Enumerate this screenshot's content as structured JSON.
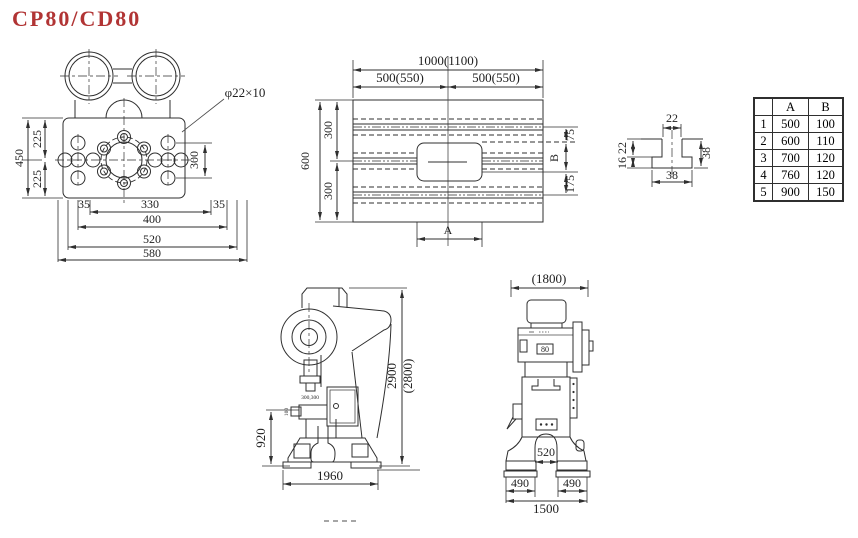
{
  "title": "CP80/CD80",
  "colors": {
    "accent": "#b13434",
    "line": "#2f2f2f"
  },
  "bolster_view": {
    "hole_callout": "φ22×10",
    "dim_height_total": "450",
    "dim_height_upper": "225",
    "dim_height_lower": "225",
    "dim_right_span": "300",
    "dim_edge_left": "35",
    "dim_slot_span": "330",
    "dim_edge_right": "35",
    "dim_400": "400",
    "dim_520": "520",
    "dim_580": "580"
  },
  "bed_view": {
    "dim_total": "1000(1100)",
    "dim_left_half": "500(550)",
    "dim_right_half": "500(550)",
    "dim_depth_total": "600",
    "dim_depth_upper": "300",
    "dim_depth_lower": "300",
    "dim_75": "75",
    "dim_b": "B",
    "dim_175": "175",
    "dim_a": "A"
  },
  "tslot_view": {
    "dim_neck_width": "22",
    "dim_upper_depth": "22",
    "dim_lower_depth": "16",
    "dim_total_depth": "38",
    "dim_flange_width": "38"
  },
  "spec_table": {
    "headers": [
      "",
      "A",
      "B"
    ],
    "rows": [
      [
        "1",
        "500",
        "100"
      ],
      [
        "2",
        "600",
        "110"
      ],
      [
        "3",
        "700",
        "120"
      ],
      [
        "4",
        "760",
        "120"
      ],
      [
        "5",
        "900",
        "150"
      ]
    ]
  },
  "side_view": {
    "dim_height": "2900",
    "dim_height_alt": "(2800)",
    "dim_bed_height": "920",
    "dim_depth": "1960",
    "dim_small_pair": "300,300",
    "dim_small_vert": "100"
  },
  "front_view": {
    "dim_width_overall": "(1800)",
    "badge": "80",
    "dim_leg_gap": "520",
    "dim_foot_left": "490",
    "dim_foot_right": "490",
    "dim_base_width": "1500"
  }
}
